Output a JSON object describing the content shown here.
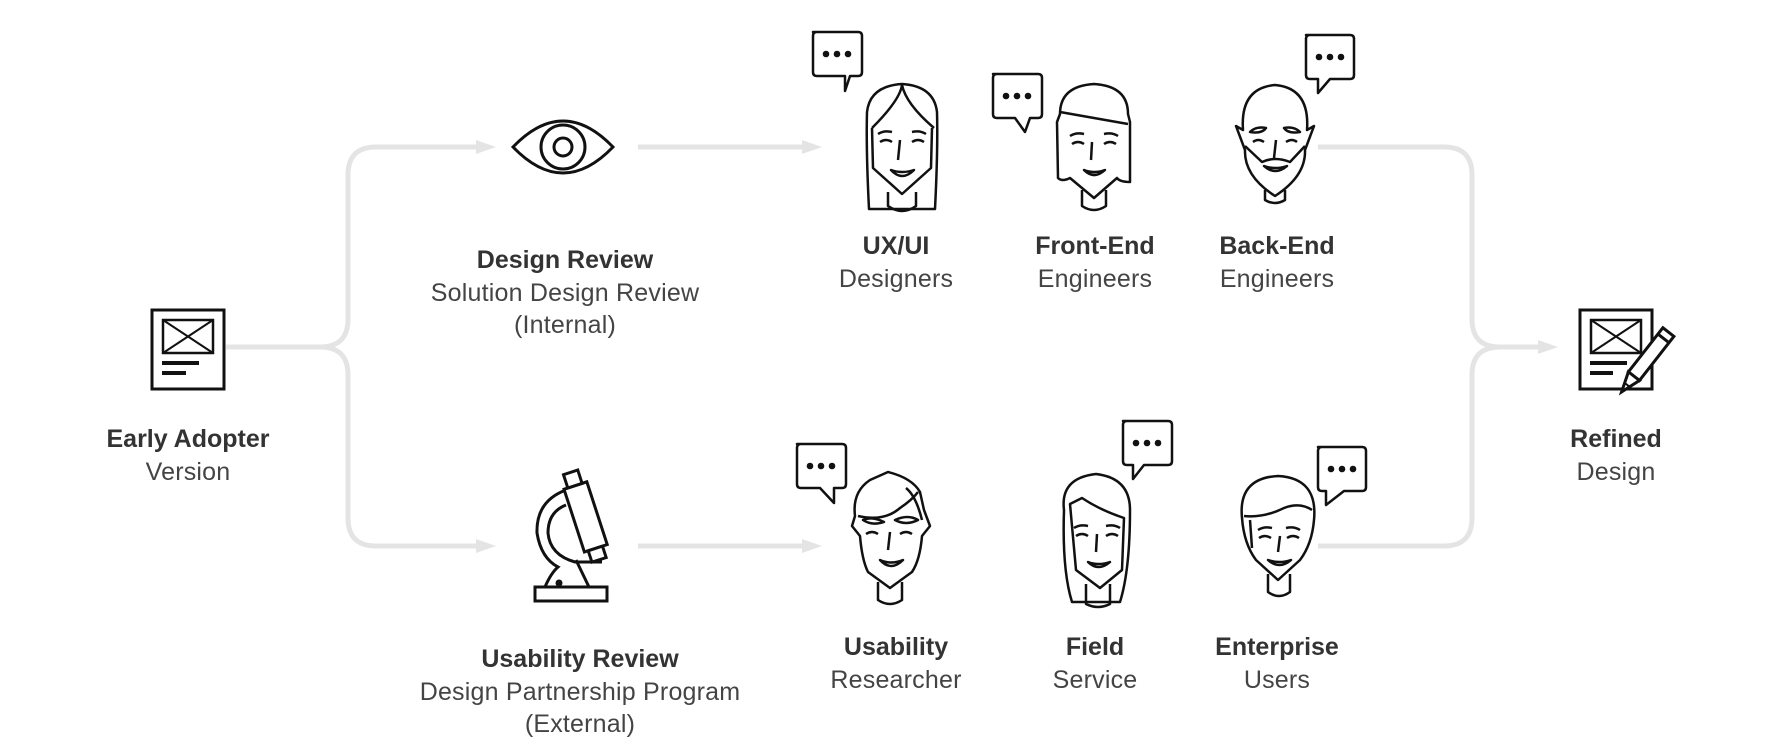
{
  "colors": {
    "connector": "#e4e4e4",
    "icon_stroke": "#111111",
    "title_text": "#333333",
    "subtitle_text": "#444444",
    "background": "#ffffff"
  },
  "start_node": {
    "icon": "wireframe-document-icon",
    "title": "Early Adopter",
    "subtitle": "Version"
  },
  "end_node": {
    "icon": "wireframe-document-edit-icon",
    "title": "Refined",
    "subtitle": "Design"
  },
  "tracks": [
    {
      "id": "design-review",
      "icon": "eye-icon",
      "title": "Design Review",
      "subtitle_lines": [
        "Solution Design Review",
        "(Internal)"
      ],
      "reviewers": [
        {
          "title": "UX/UI",
          "subtitle": "Designers",
          "avatar": "woman-long-hair-avatar",
          "bubble": "speech-bubble-ellipsis-icon"
        },
        {
          "title": "Front-End",
          "subtitle": "Engineers",
          "avatar": "woman-bob-hair-avatar",
          "bubble": "speech-bubble-ellipsis-icon"
        },
        {
          "title": "Back-End",
          "subtitle": "Engineers",
          "avatar": "bald-bearded-man-avatar",
          "bubble": "speech-bubble-ellipsis-icon"
        }
      ]
    },
    {
      "id": "usability-review",
      "icon": "microscope-icon",
      "title": "Usability Review",
      "subtitle_lines": [
        "Design Partnership Program",
        "(External)"
      ],
      "reviewers": [
        {
          "title": "Usability",
          "subtitle": "Researcher",
          "avatar": "man-short-hair-avatar",
          "bubble": "speech-bubble-ellipsis-icon"
        },
        {
          "title": "Field",
          "subtitle": "Service",
          "avatar": "woman-long-hair-avatar",
          "bubble": "speech-bubble-ellipsis-icon"
        },
        {
          "title": "Enterprise",
          "subtitle": "Users",
          "avatar": "short-hair-person-avatar",
          "bubble": "speech-bubble-ellipsis-icon"
        }
      ]
    }
  ]
}
